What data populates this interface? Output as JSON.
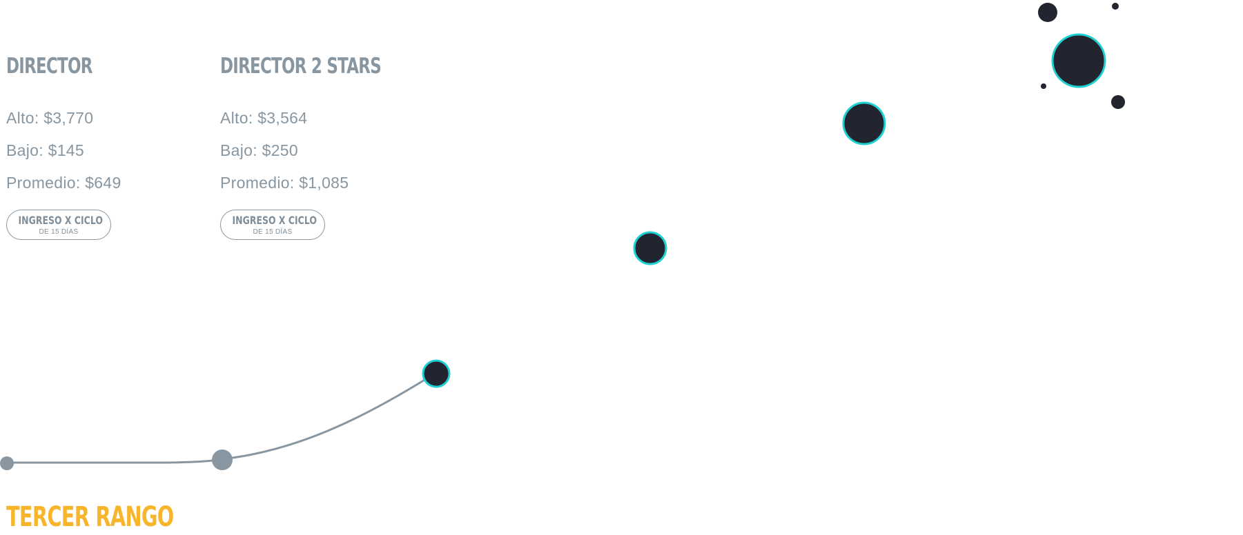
{
  "cards": [
    {
      "title": "DIRECTOR",
      "alto": "Alto: $3,770",
      "bajo": "Bajo: $145",
      "promedio": "Promedio: $649",
      "button": {
        "label": "INGRESO X CICLO",
        "sublabel": "DE 15 DÍAS"
      }
    },
    {
      "title": "DIRECTOR 2 STARS",
      "alto": "Alto: $3,564",
      "bajo": "Bajo: $250",
      "promedio": "Promedio: $1,085",
      "button": {
        "label": "INGRESO X CICLO",
        "sublabel": "DE 15 DÍAS"
      }
    }
  ],
  "section_title": "TERCER RANGO",
  "colors": {
    "text_gray": "#8796a1",
    "accent_yellow": "#f7b52c",
    "node_dark": "#22252f",
    "node_ring": "#1fd0d3",
    "line_gray": "#8796a1"
  }
}
